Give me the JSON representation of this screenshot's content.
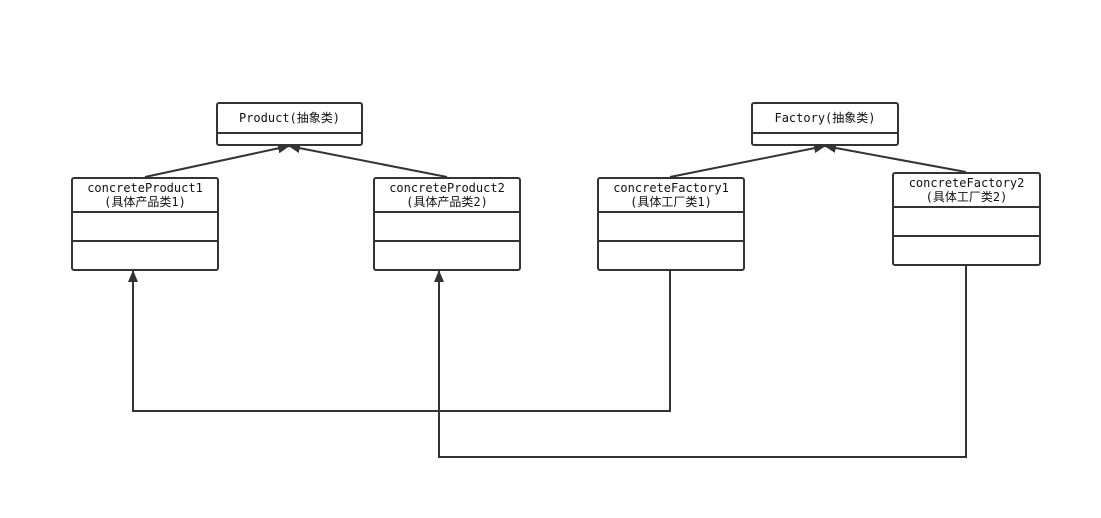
{
  "diagram": {
    "classes": {
      "product": {
        "name": "Product(抽象类)"
      },
      "factory": {
        "name": "Factory(抽象类)"
      },
      "concrete_product_1": {
        "name": "concreteProduct1",
        "subtitle": "(具体产品类1)"
      },
      "concrete_product_2": {
        "name": "concreteProduct2",
        "subtitle": "(具体产品类2)"
      },
      "concrete_factory_1": {
        "name": "concreteFactory1",
        "subtitle": "(具体工厂类1)"
      },
      "concrete_factory_2": {
        "name": "concreteFactory2",
        "subtitle": "(具体工厂类2)"
      }
    },
    "relations": [
      {
        "from": "concrete_product_1",
        "to": "product",
        "type": "generalization"
      },
      {
        "from": "concrete_product_2",
        "to": "product",
        "type": "generalization"
      },
      {
        "from": "concrete_factory_1",
        "to": "factory",
        "type": "generalization"
      },
      {
        "from": "concrete_factory_2",
        "to": "factory",
        "type": "generalization"
      },
      {
        "from": "concrete_factory_1",
        "to": "concrete_product_1",
        "type": "dependency"
      },
      {
        "from": "concrete_factory_2",
        "to": "concrete_product_2",
        "type": "dependency"
      }
    ],
    "colors": {
      "line": "#333333",
      "box_border": "#333333",
      "text": "#111111"
    }
  }
}
